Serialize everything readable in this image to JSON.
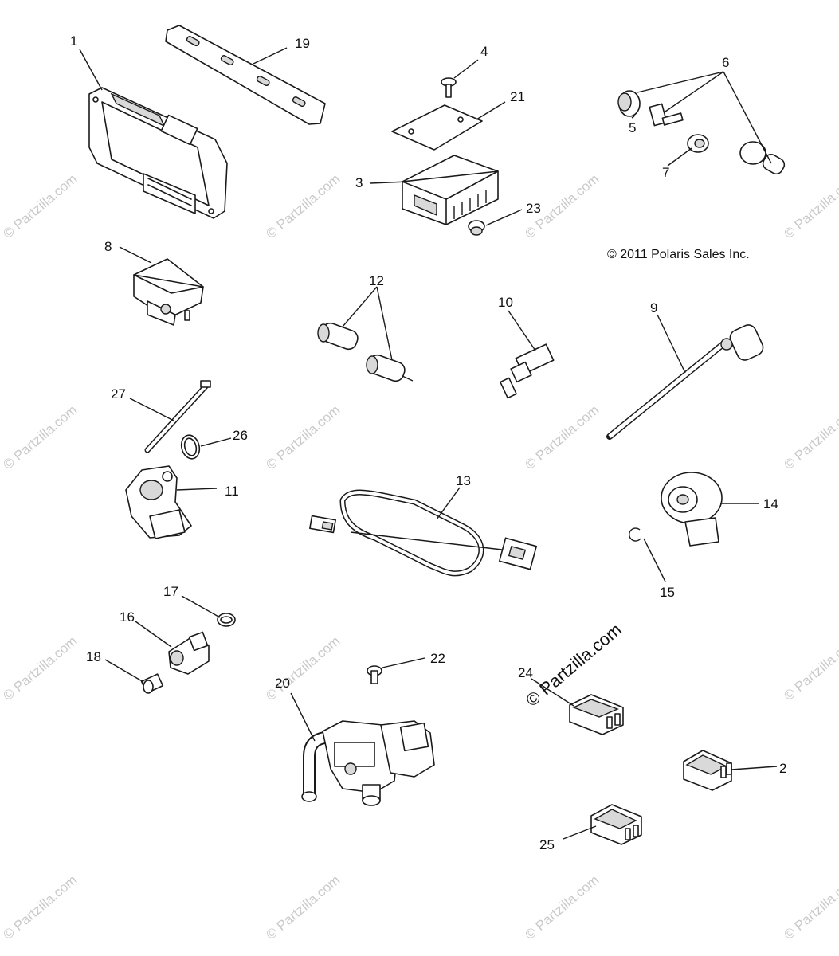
{
  "diagram": {
    "copyright_text": "© 2011 Polaris Sales Inc.",
    "watermark_text": "© Partzilla.com",
    "watermark_large_text": "© Partzilla.com",
    "callouts": [
      {
        "label": "1"
      },
      {
        "label": "19"
      },
      {
        "label": "4"
      },
      {
        "label": "21"
      },
      {
        "label": "3"
      },
      {
        "label": "23"
      },
      {
        "label": "6"
      },
      {
        "label": "5"
      },
      {
        "label": "7"
      },
      {
        "label": "8"
      },
      {
        "label": "12"
      },
      {
        "label": "10"
      },
      {
        "label": "9"
      },
      {
        "label": "27"
      },
      {
        "label": "26"
      },
      {
        "label": "11"
      },
      {
        "label": "13"
      },
      {
        "label": "14"
      },
      {
        "label": "15"
      },
      {
        "label": "17"
      },
      {
        "label": "16"
      },
      {
        "label": "18"
      },
      {
        "label": "22"
      },
      {
        "label": "20"
      },
      {
        "label": "24"
      },
      {
        "label": "2"
      },
      {
        "label": "25"
      }
    ]
  }
}
